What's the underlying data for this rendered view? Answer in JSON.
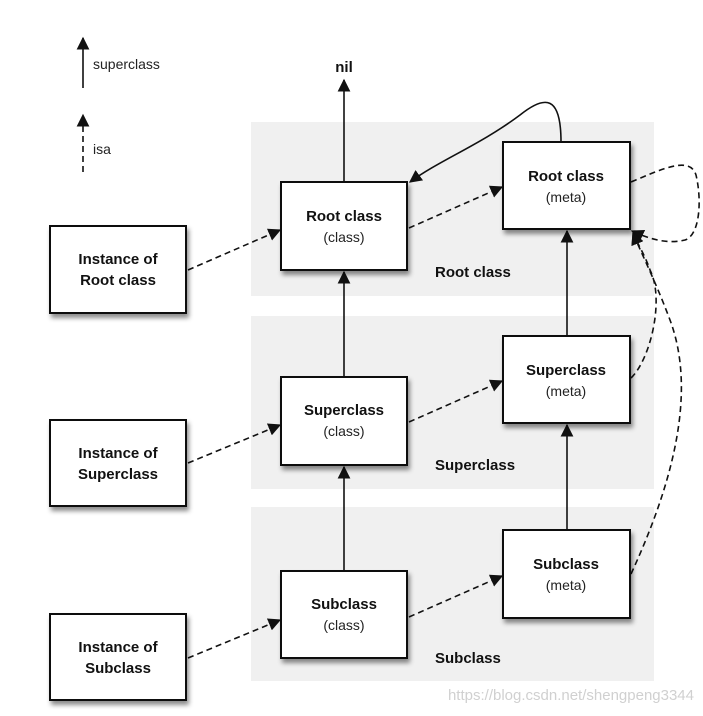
{
  "legend": {
    "superclass": "superclass",
    "isa": "isa"
  },
  "nil": "nil",
  "bands": {
    "root": "Root class",
    "super": "Superclass",
    "sub": "Subclass"
  },
  "instances": [
    {
      "line1": "Instance of",
      "line2": "Root class"
    },
    {
      "line1": "Instance of",
      "line2": "Superclass"
    },
    {
      "line1": "Instance of",
      "line2": "Subclass"
    }
  ],
  "classes": [
    {
      "name": "Root class",
      "kind": "(class)"
    },
    {
      "name": "Superclass",
      "kind": "(class)"
    },
    {
      "name": "Subclass",
      "kind": "(class)"
    }
  ],
  "metas": [
    {
      "name": "Root class",
      "kind": "(meta)"
    },
    {
      "name": "Superclass",
      "kind": "(meta)"
    },
    {
      "name": "Subclass",
      "kind": "(meta)"
    }
  ],
  "watermark": "https://blog.csdn.net/shengpeng3344"
}
